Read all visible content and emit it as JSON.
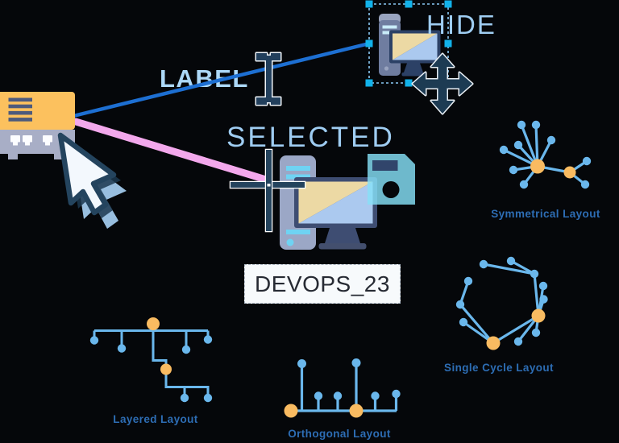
{
  "annotations": {
    "label": "LABEL",
    "hide": "HIDE",
    "selected": "SELECTED"
  },
  "node_label": {
    "text": "DEVOPS_23"
  },
  "layouts": {
    "symmetrical": {
      "label": "Symmetrical Layout"
    },
    "single_cycle": {
      "label": "Single Cycle Layout"
    },
    "layered": {
      "label": "Layered Layout"
    },
    "orthogonal": {
      "label": "Orthogonal Layout"
    }
  },
  "colors": {
    "background": "#05070a",
    "edge_blue": "#1d6fd2",
    "edge_pink": "#f3a8ec",
    "annotation_text": "#9fcdf2",
    "label_text": "#add9f8",
    "layout_label_text": "#2d6db4",
    "node_blue": "#6ab7ec",
    "node_orange": "#f9bb61",
    "selection_handle": "#12b2ea",
    "selection_dash": "#8ac8f4",
    "router_orange": "#fcc15e",
    "monitor_navy": "#3e4d72",
    "screen_tan": "#ecd9a4",
    "screen_blue": "#abc9ef",
    "floppy_cyan": "#86e0f8",
    "tower_gray": "#9ba7c6",
    "devops_box_bg": "#f7fafc",
    "devops_text": "#262a33",
    "cursor_navy": "#24445e"
  }
}
